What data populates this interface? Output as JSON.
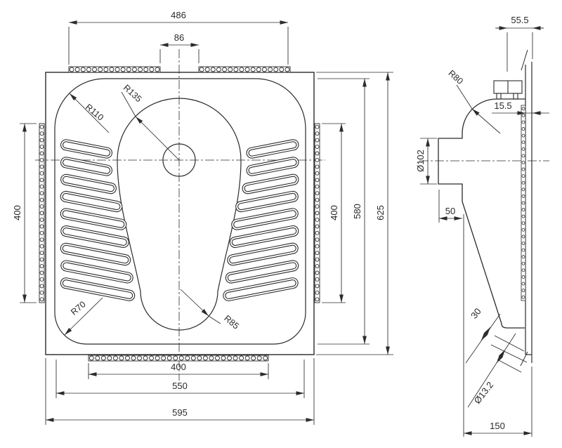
{
  "page": {
    "background": "#ffffff",
    "line_color": "#2b2b2b"
  },
  "plan_view": {
    "dims": {
      "top_flange_width": "486",
      "top_strip_gap": "86",
      "left_strip_length": "400",
      "right_strip_length": "400",
      "inner_height": "580",
      "overall_height": "625",
      "bottom_strip_length": "400",
      "inner_width": "550",
      "overall_width": "595"
    },
    "radii": {
      "bowl_top_radius": "R135",
      "top_corner_radius": "R110",
      "bottom_corner_radius": "R70",
      "bowl_bottom_radius": "R85"
    }
  },
  "side_view": {
    "dims": {
      "lug_to_flange": "55.5",
      "flange_thickness": "15.5",
      "shoulder_radius": "R80",
      "outlet_diameter": "Ø102",
      "outlet_clearance": "50",
      "fixing_hole_spacing": "30",
      "fixing_hole_diameter": "Ø13.2",
      "base_depth": "150"
    }
  }
}
